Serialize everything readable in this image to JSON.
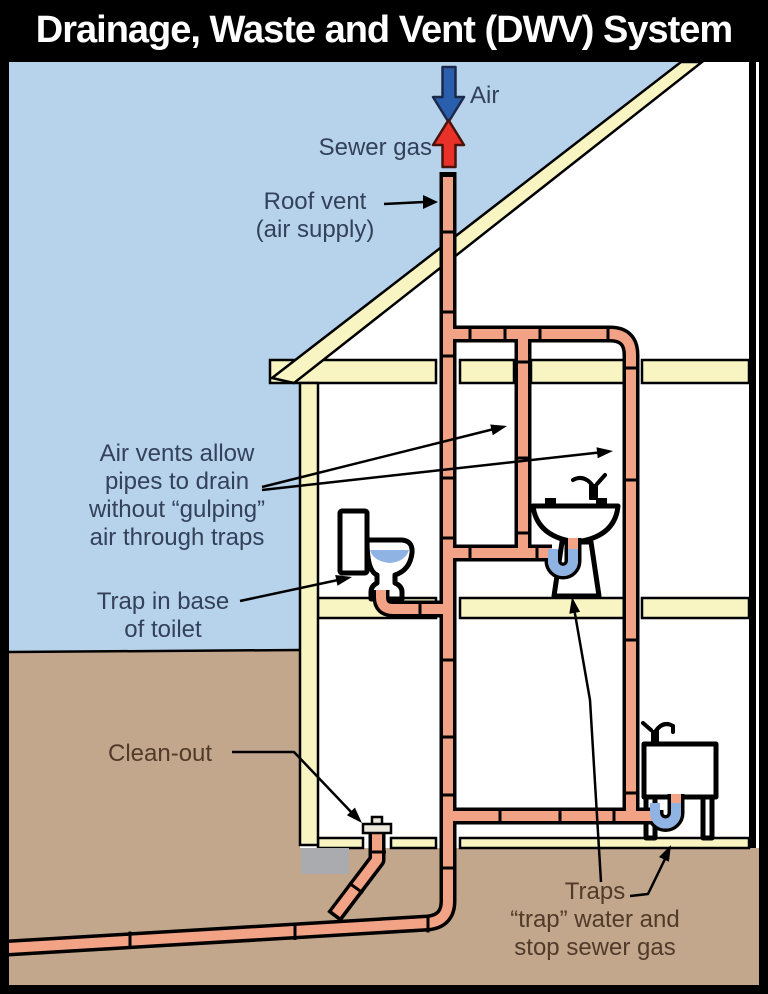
{
  "title": "Drainage, Waste and Vent (DWV) System",
  "labels": {
    "air": "Air",
    "sewer_gas": "Sewer gas",
    "roof_vent": "Roof vent\n(air supply)",
    "air_vents": "Air vents allow\npipes to drain\nwithout “gulping”\nair through traps",
    "toilet_trap": "Trap in base\nof toilet",
    "clean_out": "Clean-out",
    "traps": "Traps\n“trap” water and\nstop sewer gas"
  },
  "icons": {
    "air_flow": "down-arrow-icon",
    "sewer_gas_flow": "up-arrow-icon"
  },
  "colors": {
    "sky": "#b7d3eb",
    "pipe": "#f2a285",
    "pipe_outline": "#000000",
    "ground": "#c3a78c",
    "wall": "#f8f5c2",
    "water": "#8fb3e3",
    "air_arrow": "#2a5fad",
    "sewer_gas_arrow": "#e9312a",
    "label_text": "#33415a",
    "earth_label_text": "#503a29",
    "title_bg": "#000000",
    "title_text": "#ffffff",
    "footing": "#aaabaf",
    "interior": "#ffffff"
  }
}
